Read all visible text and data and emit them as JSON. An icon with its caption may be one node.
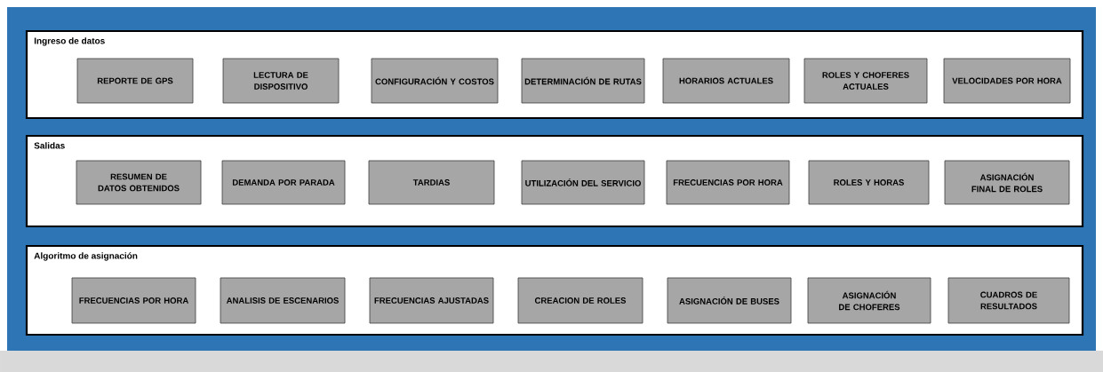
{
  "diagram": {
    "nodes": [
      {
        "text": [
          "Ingreso de datos"
        ]
      },
      {
        "text": [
          "REPORTE DE GPS"
        ],
        "in": 0
      },
      {
        "text": [
          "LECTURA DE DISPOSITIVO"
        ],
        "in": 0
      },
      {
        "text": [
          "CONFIGURACIÓN Y COSTOS"
        ],
        "in": 0
      },
      {
        "text": [
          "DETERMINACIÓN DE RUTAS"
        ],
        "in": 0
      },
      {
        "text": [
          "HORARIOS ACTUALES"
        ],
        "in": 0
      },
      {
        "text": [
          "ROLES Y CHOFERES ACTUALES"
        ],
        "in": 0
      },
      {
        "text": [
          "VELOCIDADES POR HORA"
        ],
        "in": 0
      },
      {
        "text": [
          "Salidas"
        ]
      },
      {
        "text": [
          "RESUMEN DE DATOS OBTENIDOS"
        ],
        "in": 8
      },
      {
        "text": [
          "DEMANDA POR PARADA"
        ],
        "in": 8
      },
      {
        "text": [
          "TARDIAS"
        ],
        "in": 8
      },
      {
        "text": [
          "UTILIZACIÓN DEL SERVICIO"
        ],
        "in": 8
      },
      {
        "text": [
          "FRECUENCIAS POR HORA"
        ],
        "in": 8
      },
      {
        "text": [
          "ROLES Y HORAS"
        ],
        "in": 8
      },
      {
        "text": [
          "ASIGNACIÓN FINAL DE ROLES"
        ],
        "in": 8
      },
      {
        "text": [
          "Algoritmo de asignación"
        ]
      },
      {
        "text": [
          "FRECUENCIAS POR HORA"
        ],
        "in": 16
      },
      {
        "text": [
          "ANALISIS DE ESCENARIOS"
        ],
        "in": 16
      },
      {
        "text": [
          "FRECUENCIAS AJUSTADAS"
        ],
        "in": 16
      },
      {
        "text": [
          "CREACION DE ROLES"
        ],
        "in": 16
      },
      {
        "text": [
          "ASIGNACIÓN DE BUSES"
        ],
        "in": 16
      },
      {
        "text": [
          "ASIGNACIÓN DE CHOFERES"
        ],
        "in": 16
      },
      {
        "text": [
          "CUADROS DE RESULTADOS"
        ],
        "in": 16
      }
    ],
    "edges": []
  }
}
